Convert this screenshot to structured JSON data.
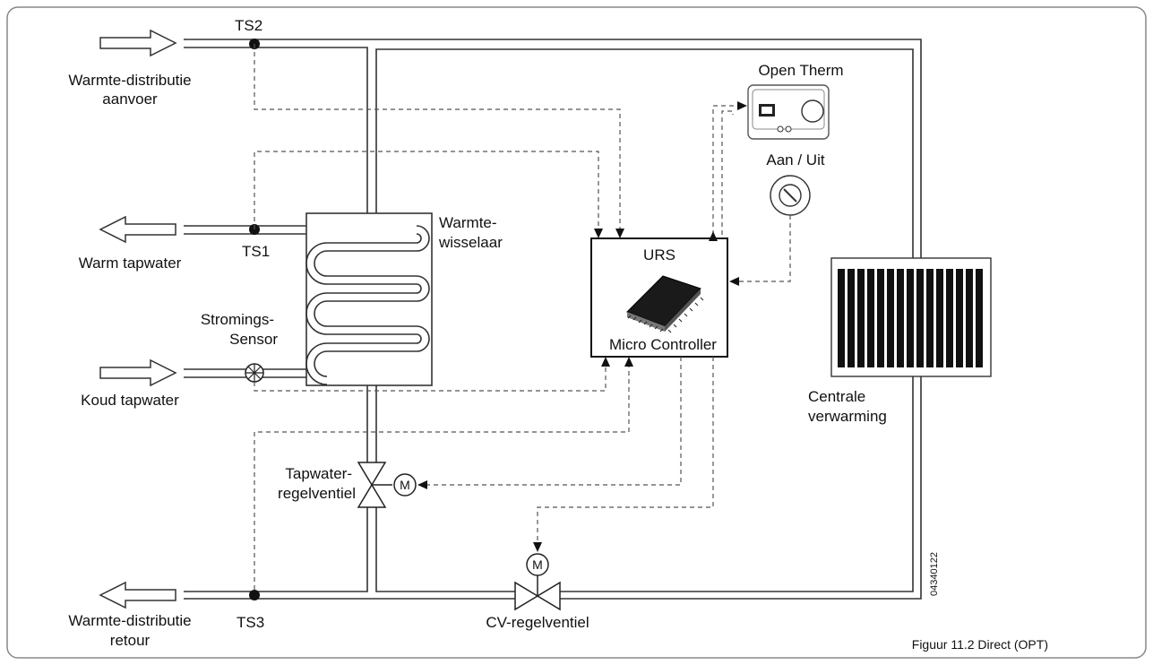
{
  "labels": {
    "ts2": "TS2",
    "ts1": "TS1",
    "ts3": "TS3",
    "supply_1": "Warmte-distributie",
    "supply_2": "aanvoer",
    "warm_tap": "Warm tapwater",
    "flow_1": "Stromings-",
    "flow_2": "Sensor",
    "cold_tap": "Koud tapwater",
    "return_1": "Warmte-distributie",
    "return_2": "retour",
    "hx_1": "Warmte-",
    "hx_2": "wisselaar",
    "tapvalve_1": "Tapwater-",
    "tapvalve_2": "regelventiel",
    "cvvalve": "CV-regelventiel",
    "urs": "URS",
    "micro": "Micro Controller",
    "opentherm": "Open Therm",
    "onoff": "Aan / Uit",
    "central_1": "Centrale",
    "central_2": "verwarming",
    "motor": "M",
    "code": "04340122",
    "caption": "Figuur 11.2 Direct (OPT)"
  }
}
